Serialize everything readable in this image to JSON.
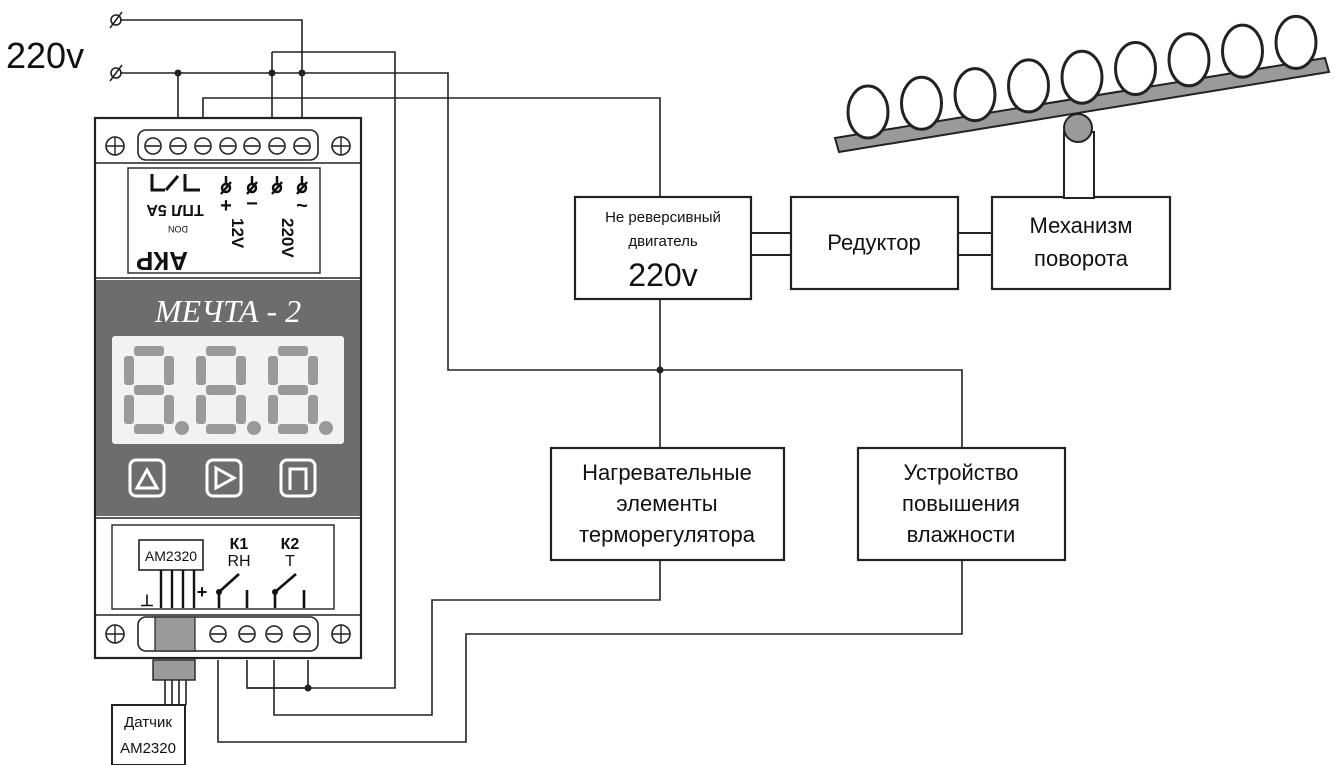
{
  "supply": {
    "label": "220v"
  },
  "controller": {
    "name": "МЕЧТА - 2",
    "top_terminals": {
      "relay_label": "ТПЛ 5А",
      "plus": "+",
      "minus": "−",
      "v12": "12V",
      "ac": "~",
      "v220": "220V",
      "brand": "АКР",
      "brand_sub": "DON"
    },
    "sensor_block": {
      "sensor_label": "AM2320",
      "ground": "⊥",
      "plus": "+",
      "k1": "К1",
      "k1_sub": "RH",
      "k2": "К2",
      "k2_sub": "T"
    }
  },
  "blocks": {
    "motor_line1": "Не реверсивный",
    "motor_line2": "двигатель",
    "motor_line3": "220v",
    "reducer": "Редуктор",
    "mechanism_line1": "Механизм",
    "mechanism_line2": "поворота",
    "heater_line1": "Нагревательные",
    "heater_line2": "элементы",
    "heater_line3": "терморегулятора",
    "humidifier_line1": "Устройство",
    "humidifier_line2": "повышения",
    "humidifier_line3": "влажности",
    "sensor_line1": "Датчик",
    "sensor_line2": "AM2320"
  },
  "colors": {
    "panel": "#6d6d6d",
    "display": "#f2f2f2",
    "segment": "#9a9a9a",
    "tray": "#9a9a9a"
  }
}
